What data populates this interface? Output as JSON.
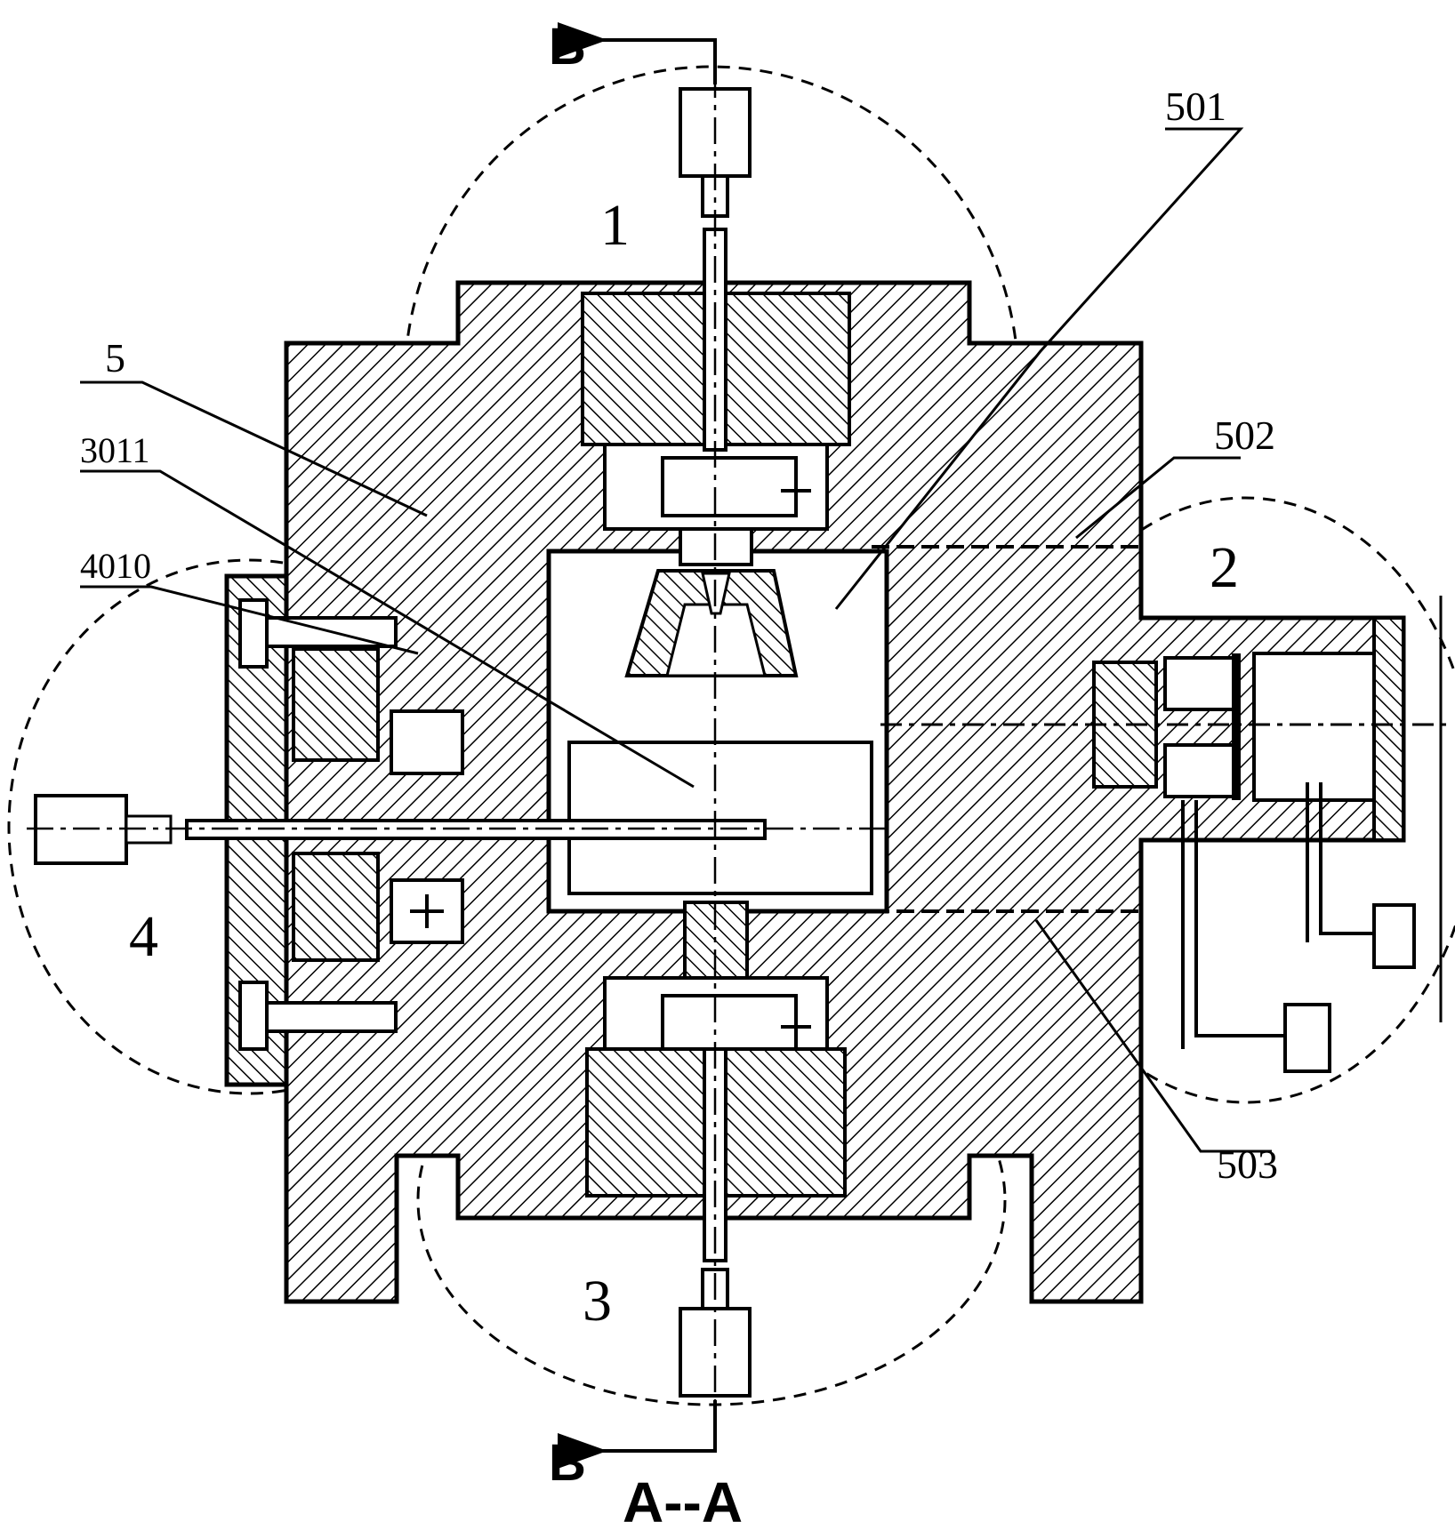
{
  "section_markers": {
    "top": "B",
    "bottom": "B",
    "section_title": "A--A"
  },
  "zones": {
    "z1": "1",
    "z2": "2",
    "z3": "3",
    "z4": "4"
  },
  "callouts": {
    "c501": "501",
    "c502": "502",
    "c503": "503",
    "c5": "5",
    "c3011": "3011",
    "c4010": "4010"
  },
  "colors": {
    "ink": "#000000",
    "paper": "#ffffff"
  }
}
